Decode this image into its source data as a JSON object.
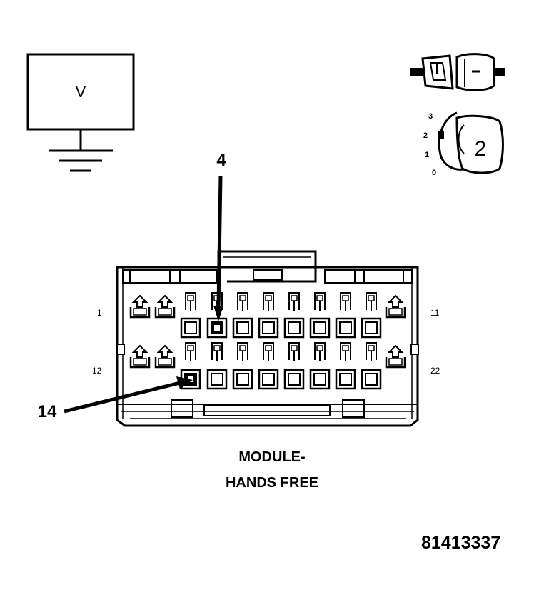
{
  "meter": {
    "label": "V"
  },
  "ignition": {
    "positions": [
      "3",
      "2",
      "1",
      "0"
    ],
    "selected": "2"
  },
  "callouts": {
    "upper": "4",
    "lower": "14"
  },
  "connector": {
    "pin_labels": {
      "top_left": "1",
      "top_right": "11",
      "bottom_left": "12",
      "bottom_right": "22"
    },
    "populated_cavities": {
      "top_row": [
        3,
        4,
        5,
        6,
        7,
        8,
        9,
        10
      ],
      "bottom_row": [
        3,
        4,
        5,
        6,
        7,
        8,
        9,
        10
      ]
    },
    "highlighted_pins": [
      4,
      14
    ]
  },
  "title": {
    "line1": "MODULE-",
    "line2": "HANDS FREE"
  },
  "figure_number": "81413337"
}
